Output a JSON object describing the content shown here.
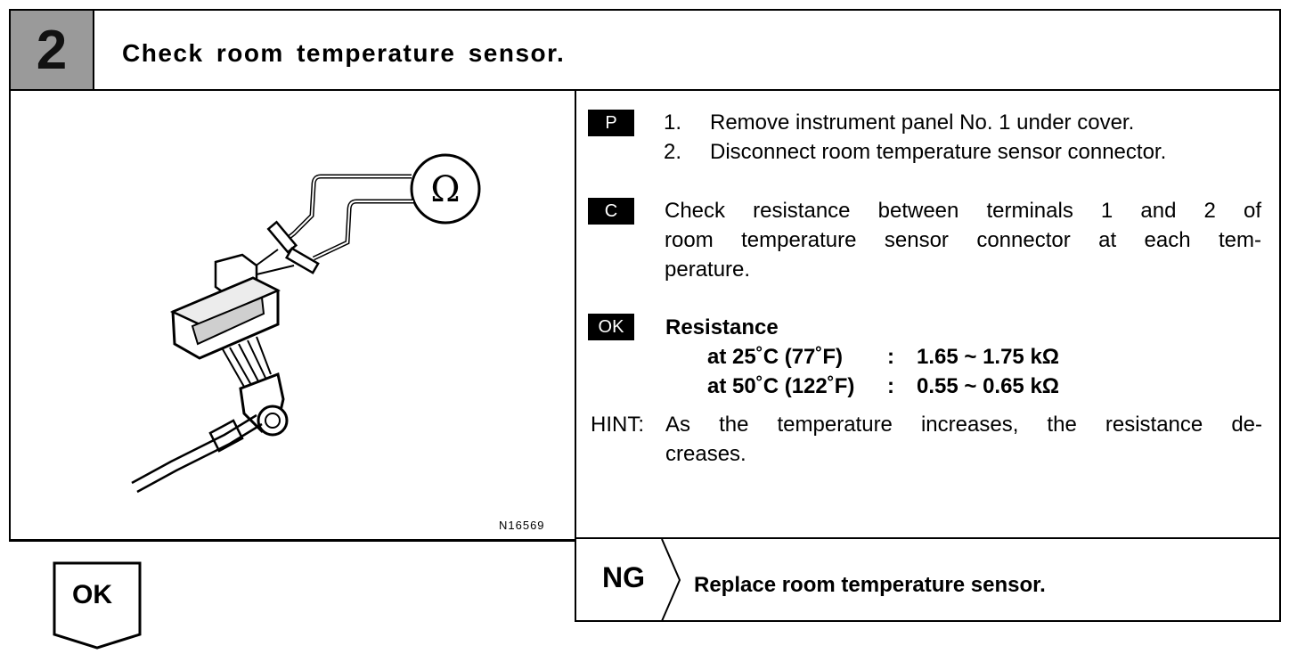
{
  "header": {
    "step_number": "2",
    "title": "Check room temperature sensor."
  },
  "figure": {
    "meter_symbol": "Ω",
    "figure_id": "N16569"
  },
  "prepare": {
    "tag": "P",
    "steps": [
      {
        "num": "1.",
        "text": "Remove instrument panel No. 1 under cover."
      },
      {
        "num": "2.",
        "text": "Disconnect room temperature sensor connector."
      }
    ]
  },
  "check": {
    "tag": "C",
    "lines": [
      "Check resistance between terminals 1 and 2 of",
      "room temperature sensor connector at each tem-",
      "perature."
    ]
  },
  "ok_spec": {
    "tag": "OK",
    "heading": "Resistance",
    "rows": [
      {
        "condition": "at 25˚C (77˚F)",
        "sep": ":",
        "value": "1.65 ~ 1.75 kΩ"
      },
      {
        "condition": "at 50˚C (122˚F)",
        "sep": ":",
        "value": "0.55 ~ 0.65 kΩ"
      }
    ]
  },
  "hint": {
    "label": "HINT:",
    "lines": [
      "As the temperature increases, the resistance de-",
      "creases."
    ]
  },
  "ng": {
    "label": "NG",
    "action": "Replace room temperature sensor."
  },
  "ok_result": {
    "label": "OK"
  }
}
